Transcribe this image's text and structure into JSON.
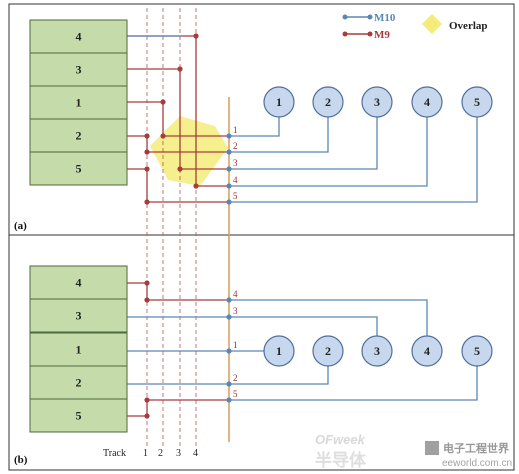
{
  "colors": {
    "m10": "#5b87b5",
    "m9": "#a83c3c",
    "block_fill": "#c5dbaa",
    "block_stroke": "#4d6a3e",
    "circle_fill": "#c7d8ee",
    "circle_stroke": "#4f6f99",
    "overlap": "#f4ec7a",
    "track_line": "#b05656",
    "divider_line": "#d79b5c",
    "frame": "#333333"
  },
  "legend": {
    "m10": "M10",
    "m9": "M9",
    "overlap": "Overlap"
  },
  "panel_a": {
    "label": "(a)",
    "blocks": [
      "4",
      "3",
      "1",
      "2",
      "5"
    ],
    "pin_labels": [
      "1",
      "2",
      "3",
      "4",
      "5"
    ],
    "circles": [
      "1",
      "2",
      "3",
      "4",
      "5"
    ]
  },
  "panel_b": {
    "label": "(b)",
    "blocks": [
      "4",
      "3",
      "1",
      "2",
      "5"
    ],
    "pin_labels": [
      "4",
      "3",
      "1",
      "2",
      "5"
    ],
    "circles": [
      "1",
      "2",
      "3",
      "4",
      "5"
    ],
    "track_title": "Track",
    "tracks": [
      "1",
      "2",
      "3",
      "4"
    ]
  },
  "watermark": {
    "ofweek": "OFweek",
    "site": "eeworld.com.cn",
    "chinese": "电子工程世界",
    "partial": "半导体"
  }
}
